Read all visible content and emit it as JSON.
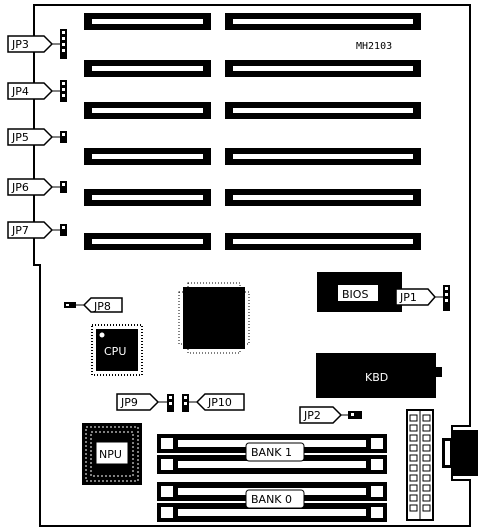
{
  "board": {
    "model": "MH2103"
  },
  "jumpers": {
    "jp1": "JP1",
    "jp2": "JP2",
    "jp3": "JP3",
    "jp4": "JP4",
    "jp5": "JP5",
    "jp6": "JP6",
    "jp7": "JP7",
    "jp8": "JP8",
    "jp9": "JP9",
    "jp10": "JP10"
  },
  "chips": {
    "bios": "BIOS",
    "kbd": "KBD",
    "cpu": "CPU",
    "npu": "NPU"
  },
  "memory": {
    "bank1": "BANK 1",
    "bank0": "BANK 0"
  }
}
